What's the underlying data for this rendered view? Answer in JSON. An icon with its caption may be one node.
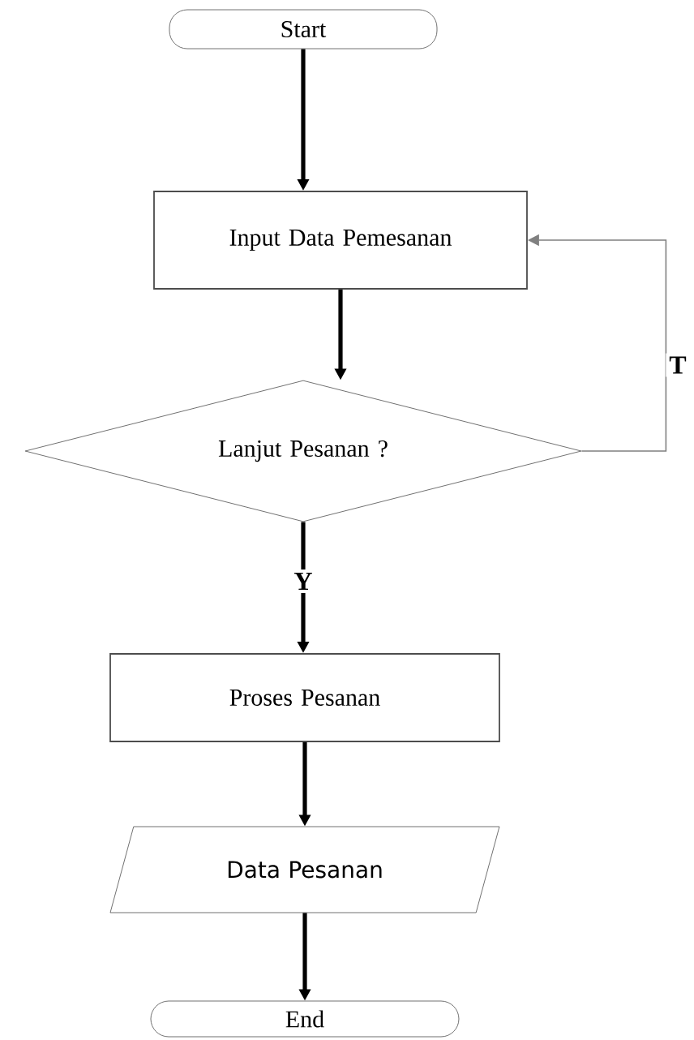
{
  "diagram": {
    "nodes": [
      {
        "text": [
          "Start"
        ]
      },
      {
        "text": [
          "Input Data Pemesanan"
        ]
      },
      {
        "text": [
          "Lanjut Pesanan ?"
        ]
      },
      {
        "text": [
          "Proses Pesanan"
        ]
      },
      {
        "text": [
          "Data Pesanan"
        ]
      },
      {
        "text": [
          "End"
        ]
      }
    ],
    "edges": [
      {
        "from": 0,
        "to": 1,
        "arrow": "to"
      },
      {
        "from": 1,
        "to": 2,
        "arrow": "to"
      },
      {
        "from": 2,
        "to": 3,
        "arrow": "to",
        "label": "Y"
      },
      {
        "from": 2,
        "to": 1,
        "arrow": "to",
        "label": "T",
        "color": "#808080"
      },
      {
        "from": 3,
        "to": 4,
        "arrow": "to"
      },
      {
        "from": 4,
        "to": 5,
        "arrow": "to"
      }
    ]
  }
}
